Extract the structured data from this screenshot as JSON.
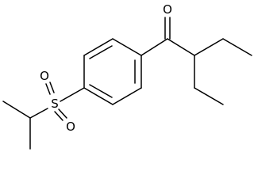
{
  "structure": {
    "atoms": [
      {
        "id": "O1",
        "label": "O"
      },
      {
        "id": "S1",
        "label": "S"
      },
      {
        "id": "O2",
        "label": "O"
      },
      {
        "id": "O3",
        "label": "O"
      }
    ]
  }
}
